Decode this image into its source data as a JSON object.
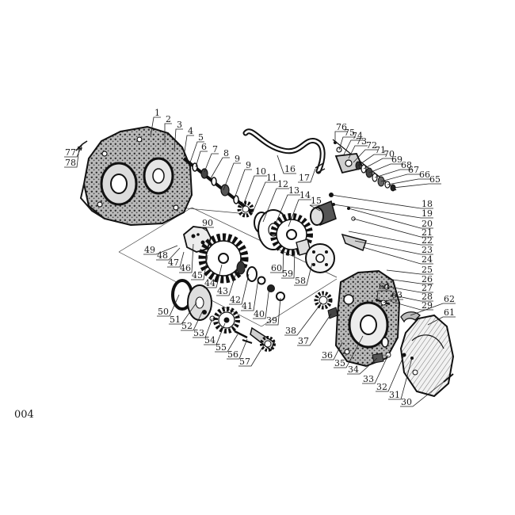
{
  "page_label": "004",
  "callouts": [
    "1",
    "2",
    "3",
    "4",
    "5",
    "6",
    "7",
    "8",
    "9",
    "9",
    "10",
    "11",
    "12",
    "13",
    "14",
    "15",
    "16",
    "17",
    "18",
    "19",
    "20",
    "21",
    "22",
    "23",
    "24",
    "25",
    "26",
    "27",
    "28",
    "29",
    "30",
    "31",
    "32",
    "33",
    "34",
    "35",
    "36",
    "37",
    "38",
    "39",
    "40",
    "41",
    "42",
    "43",
    "44",
    "45",
    "46",
    "47",
    "48",
    "49",
    "50",
    "51",
    "52",
    "53",
    "54",
    "55",
    "56",
    "57",
    "58",
    "59",
    "60",
    "61",
    "62",
    "63",
    "64",
    "65",
    "66",
    "67",
    "68",
    "69",
    "70",
    "71",
    "72",
    "73",
    "74",
    "75",
    "76",
    "77",
    "78",
    "90"
  ]
}
